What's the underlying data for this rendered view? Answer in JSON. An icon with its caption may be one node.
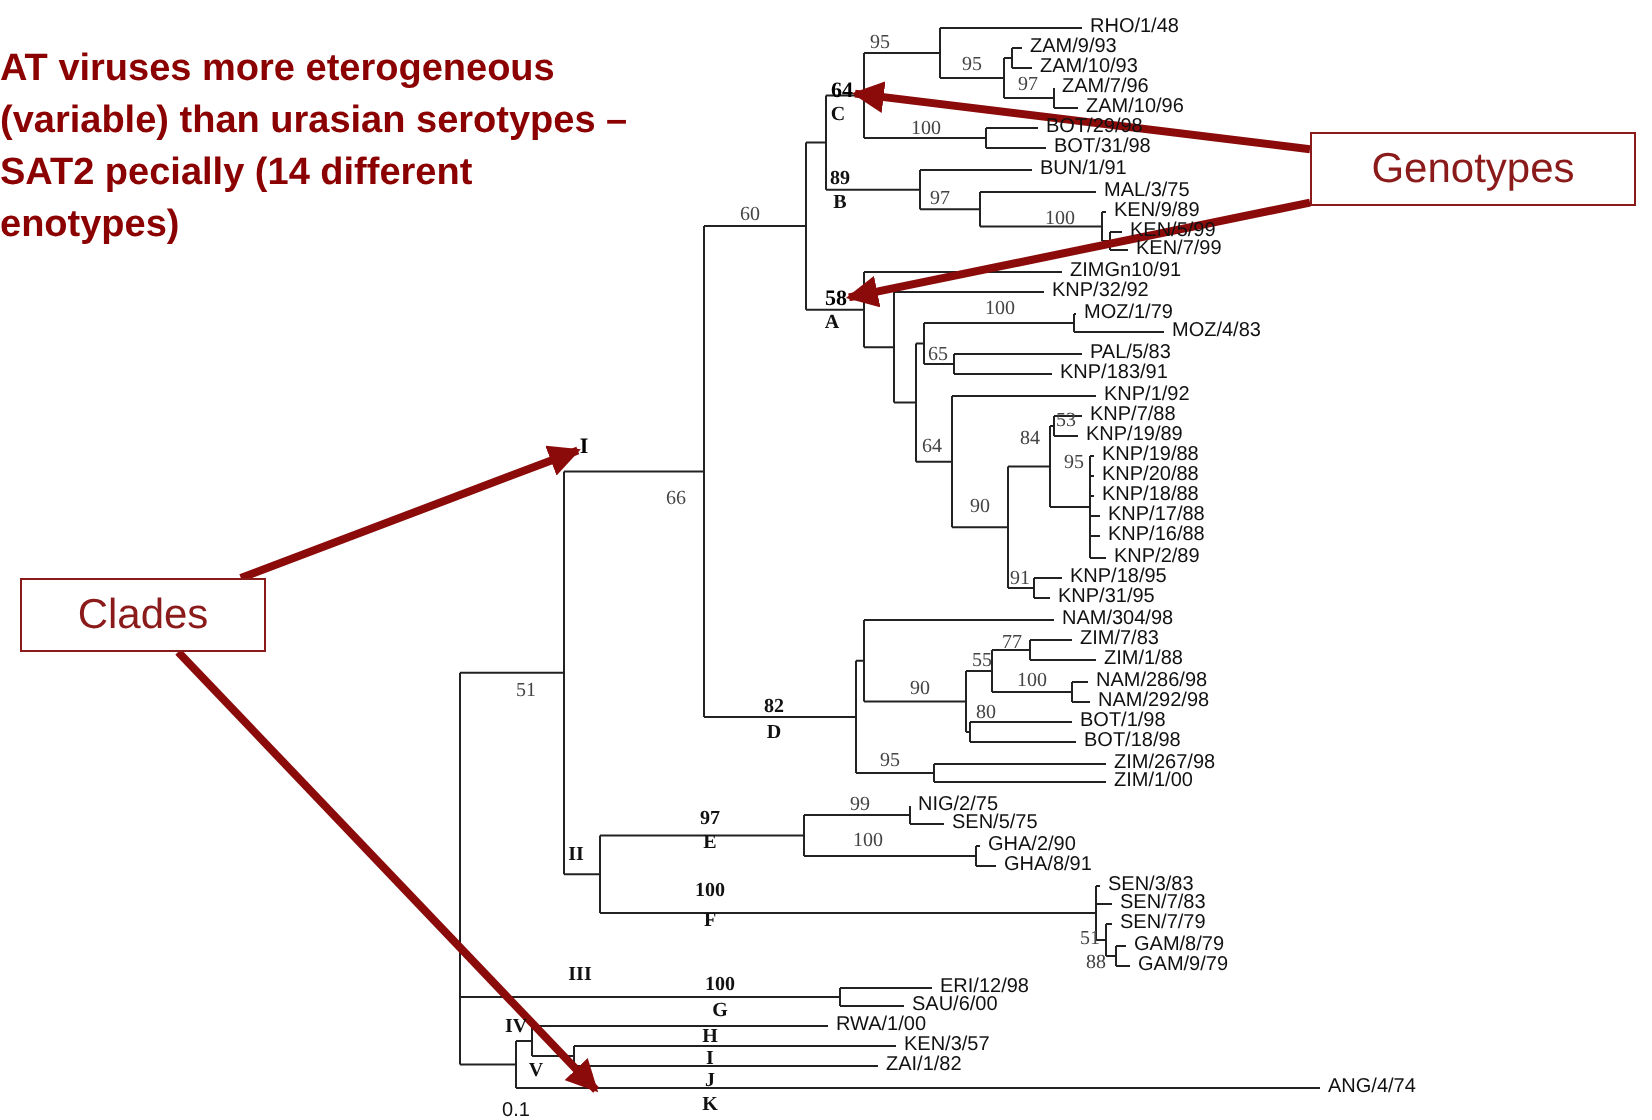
{
  "diagram": {
    "title": "AT viruses more eterogeneous (variable) than urasian serotypes – SAT2 pecially (14 different enotypes)",
    "nodes": [
      {
        "text": [
          "64"
        ],
        "beside": [
          "C"
        ]
      },
      {
        "text": [
          "Genotypes"
        ]
      },
      {
        "text": [
          "58"
        ],
        "beside": [
          "A"
        ]
      },
      {
        "text": [
          "I"
        ]
      },
      {
        "text": [
          "Clades"
        ]
      }
    ],
    "edges": [
      {
        "from": 1,
        "to": 0,
        "arrow": "to"
      },
      {
        "from": 1,
        "to": 2,
        "arrow": "to"
      },
      {
        "from": 4,
        "to": 3,
        "arrow": "to"
      },
      {
        "from": 4,
        "to": null,
        "arrow": "to"
      }
    ],
    "labels": [
      "95",
      "RHO/1/48",
      "ZAM/9/93",
      "95",
      "ZAM/10/93",
      "97",
      "ZAM/7/96",
      "ZAM/10/96",
      "100",
      "BOT/29/98",
      "BOT/31/98",
      "BUN/1/91",
      "89",
      "MAL/3/75",
      "B",
      "97",
      "100",
      "KEN/9/89",
      "KEN/5/99",
      "KEN/7/99",
      "60",
      "ZIMGn10/91",
      "KNP/32/92",
      "100",
      "MOZ/1/79",
      "MOZ/4/83",
      "65",
      "PAL/5/83",
      "KNP/183/91",
      "KNP/1/92",
      "53",
      "KNP/7/88",
      "84",
      "KNP/19/89",
      "95",
      "KNP/19/88",
      "KNP/20/88",
      "66",
      "64",
      "KNP/18/88",
      "90",
      "KNP/17/88",
      "KNP/16/88",
      "KNP/2/89",
      "91",
      "KNP/18/95",
      "KNP/31/95",
      "NAM/304/98",
      "77",
      "ZIM/7/83",
      "55",
      "ZIM/1/88",
      "100",
      "NAM/286/98",
      "90",
      "NAM/292/98",
      "51",
      "82",
      "80",
      "BOT/1/98",
      "D",
      "BOT/18/98",
      "95",
      "ZIM/267/98",
      "ZIM/1/00",
      "99",
      "NIG/2/75",
      "97",
      "SEN/5/75",
      "100",
      "GHA/2/90",
      "II",
      "E",
      "GHA/8/91",
      "100",
      "SEN/3/83",
      "SEN/7/83",
      "F",
      "SEN/7/79",
      "51",
      "GAM/8/79",
      "88",
      "GAM/9/79",
      "III",
      "100",
      "ERI/12/98",
      "SAU/6/00",
      "G",
      "IV",
      "RWA/1/00",
      "H",
      "KEN/3/57",
      "I",
      "V",
      "ZAI/1/82",
      "J",
      "ANG/4/74",
      "0.1",
      "K"
    ]
  }
}
